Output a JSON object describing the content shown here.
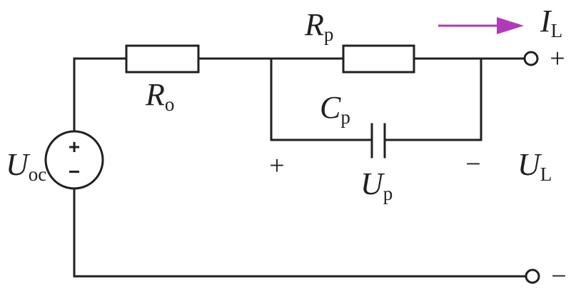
{
  "labels": {
    "uoc": {
      "main": "U",
      "sub": "oc"
    },
    "ro": {
      "main": "R",
      "sub": "o"
    },
    "rp": {
      "main": "R",
      "sub": "p"
    },
    "cp": {
      "main": "C",
      "sub": "p"
    },
    "up": {
      "main": "U",
      "sub": "p"
    },
    "ul": {
      "main": "U",
      "sub": "L"
    },
    "il": {
      "main": "I",
      "sub": "L"
    }
  },
  "signs": {
    "up_plus": "+",
    "up_minus": "−",
    "ul_plus": "+",
    "ul_minus": "−",
    "source_plus": "+",
    "source_minus": "−"
  },
  "colors": {
    "wire": "#231f20",
    "arrow": "#b23ab8"
  }
}
